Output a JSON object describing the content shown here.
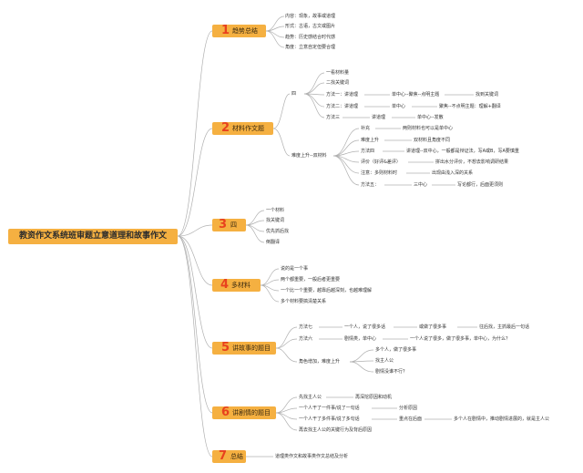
{
  "root": "教资作文系统班审题立意道理和故事作文",
  "b1": {
    "num": "1",
    "title": "趋势总结",
    "leaves": [
      "内容：现象，故事或道理",
      "形式：古语，古文或图片",
      "趋势：历史感结合时代感",
      "角度：立意自定但要合理"
    ]
  },
  "b2": {
    "num": "2",
    "title": "材料作文题",
    "l1": "一看材料量",
    "l2": "二找关键词",
    "m1": "方法一：讲道理",
    "m1a": "单中心--聚焦--点明主题",
    "m1b": "找到关键词",
    "m2": "方法二：讲道理",
    "m2a": "单中心",
    "m2b": "聚焦--不点明主题：理解+翻译",
    "m3": "方法三",
    "m3a": "讲道理",
    "m3b": "单中心--发散",
    "u": "难度上升--双材料",
    "u1": "补充",
    "u1a": "两则材料也可以是单中心",
    "u2": "难度上升",
    "u2a": "双材料且角度不同",
    "u3": "方法四",
    "u3a": "讲道理--双中心，一般都是辩证法，写A或B，写A要慎重",
    "u4": "评价（好评&差评）",
    "u4a": "拼出水分评价，不想去影响调研结果",
    "u5": "注意：多则材料时",
    "u5a": "出现由浅入深的关系",
    "u6": "方法五：",
    "u6a": "三中心",
    "u6b": "写论都行，后面更须则"
  },
  "b3": {
    "num": "3",
    "title": "四",
    "leaves": [
      "一个材料",
      "找关键词",
      "优先抓后找",
      "倒翻译"
    ]
  },
  "b4": {
    "num": "4",
    "title": "多材料",
    "leaves": [
      "说的是一个事",
      "两个都重要，一般后者更重要",
      "一个比一个重要，越靠后越深刻，也越难理解",
      "多个材料要搞清楚关系"
    ]
  },
  "b5": {
    "num": "5",
    "title": "讲故事的题目",
    "f7": "方法七",
    "f7a": "一个人，说了很多话",
    "f7b": "或做了很多事",
    "f7c": "往后找，主抓最后一句话",
    "f6": "方法六",
    "f6a": "剧情类，单中心",
    "f6b": "一个人说了很多，做了很多事，单中心，为什么？",
    "r": "角色增加，难度上升",
    "ra": "多个人，做了很多事",
    "rb": "找主人公",
    "rc": "剧情没谁不行？"
  },
  "b6": {
    "num": "6",
    "title": "讲剧情的题目",
    "p1": "先找主人公",
    "p1a": "再深挖原因和动机",
    "p2": "一个人干了一件事/说了一句话",
    "p2a": "分析原因",
    "p3": "一个人干了多件事/说了多句话",
    "p3a": "重点在后面",
    "p3b": "多个人在剧情中，推动剧情进展的，就是主人公",
    "p4": "再去找主人公的关键行为及背后原因"
  },
  "b7": {
    "num": "7",
    "title": "总结",
    "leaves": [
      "道理类作文和故事类作文总结及分析"
    ]
  },
  "colors": {
    "box": "#f5b041",
    "num": "#e8411e",
    "line": "#b0b0b0",
    "text": "#333333"
  }
}
